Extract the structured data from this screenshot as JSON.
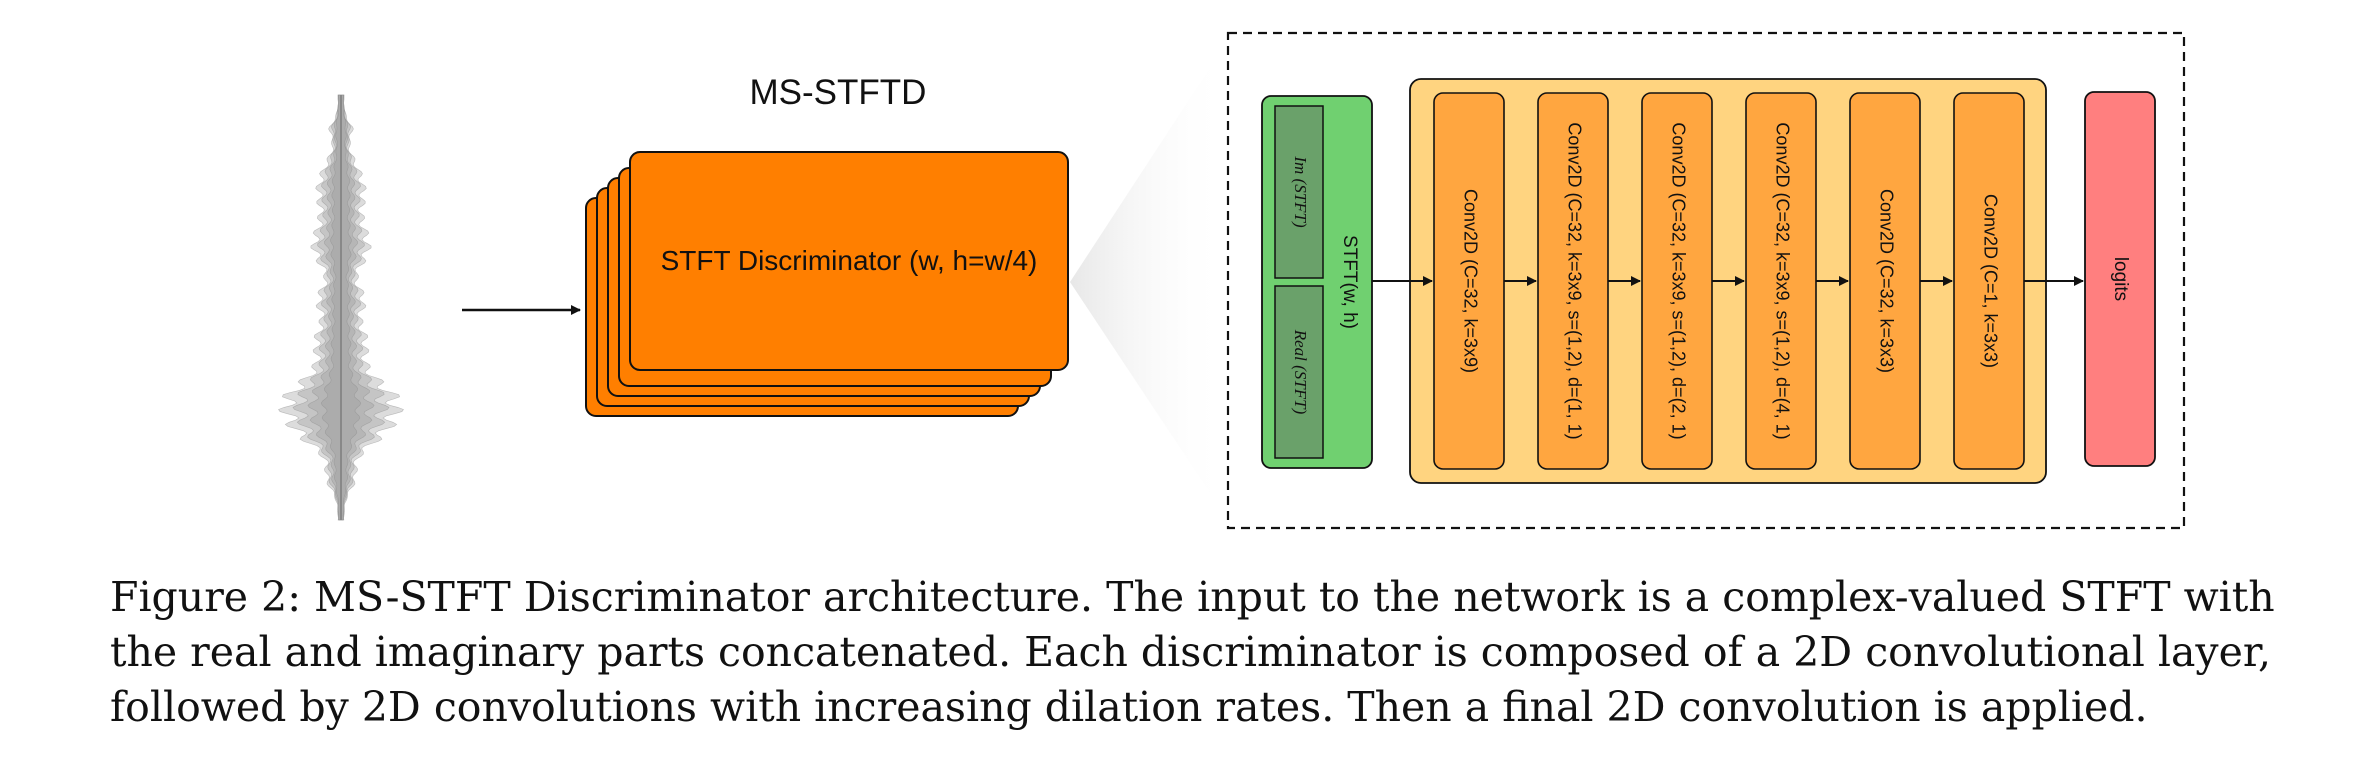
{
  "title": "MS-STFTD",
  "stft_stack": {
    "label": "STFT Discriminator (w, h=w/4)",
    "layer_count": 5
  },
  "input_block": {
    "label": "STFT(w, h)",
    "parts": [
      "Im (STFT)",
      "Real (STFT)"
    ]
  },
  "conv_layers": [
    "Conv2D (C=32, k=3x9)",
    "Conv2D (C=32, k=3x9, s=(1,2), d=(1, 1)",
    "Conv2D (C=32, k=3x9, s=(1,2), d=(2, 1)",
    "Conv2D (C=32, k=3x9, s=(1,2), d=(4, 1)",
    "Conv2D (C=32, k=3x3)",
    "Conv2D (C=1, k=3x3)"
  ],
  "output_block": {
    "label": "logits"
  },
  "caption_lines": [
    "Figure 2: MS-STFT Discriminator architecture. The input to the network is a complex-valued STFT with",
    "the real and imaginary parts concatenated. Each discriminator is composed of a 2D convolutional layer,",
    "followed by 2D convolutions with increasing dilation rates. Then a final 2D convolution is applied."
  ],
  "colors": {
    "stft_orange": "#ff7f00",
    "conv_orange": "#ffa640",
    "conv_container": "#ffd480",
    "input_green": "#70d070",
    "input_part": "#6aa16a",
    "logits_red": "#ff7f7f",
    "waveform_gray": "#9a9a9a"
  }
}
